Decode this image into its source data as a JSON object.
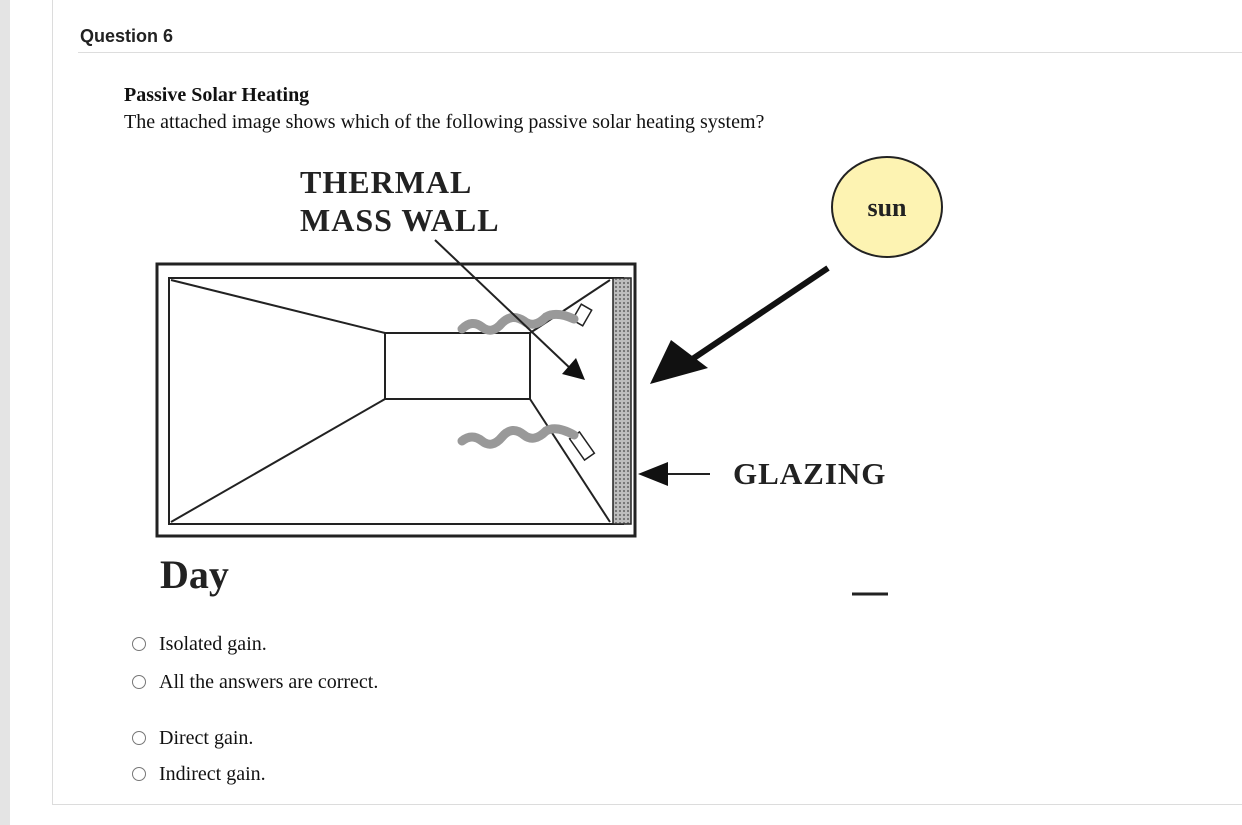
{
  "question": {
    "header": "Question 6",
    "title": "Passive Solar Heating",
    "text": "The attached image shows which of the following passive solar heating system?"
  },
  "diagram": {
    "label_thermal_line1": "THERMAL",
    "label_thermal_line2": "MASS  WALL",
    "label_sun": "sun",
    "label_glazing": "GLAZING",
    "label_day": "Day",
    "sun_color": "#fdf3b2"
  },
  "options": [
    {
      "label": "Isolated gain."
    },
    {
      "label": "All the answers are correct."
    },
    {
      "label": "Direct gain."
    },
    {
      "label": "Indirect gain."
    }
  ]
}
